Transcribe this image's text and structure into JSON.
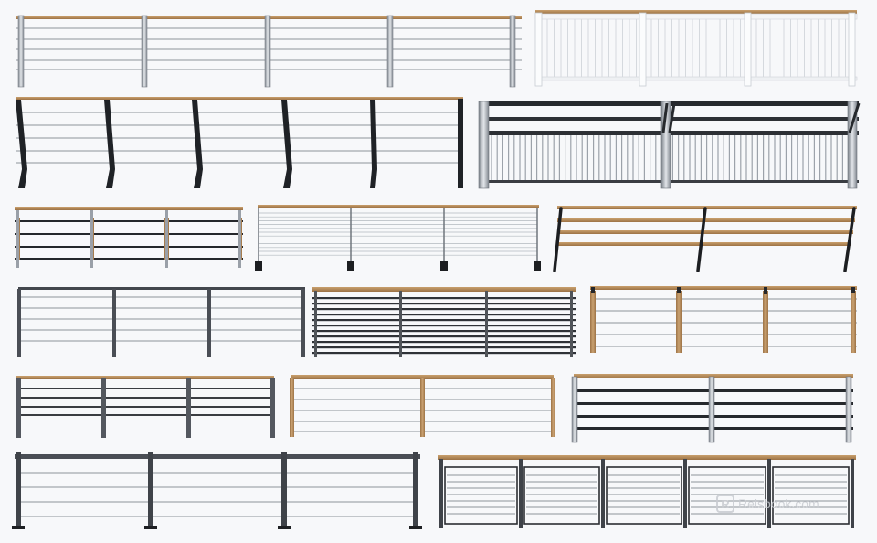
{
  "image": {
    "kind": "railing-catalog",
    "background": "#f7f8fa",
    "colors": {
      "wood": "#b5885a",
      "steel": "#9aa0a8",
      "dark_steel": "#3b3e44",
      "black": "#1d1f22",
      "white_panel": "#fafbfc",
      "cable": "#8d939b"
    },
    "rows": [
      {
        "name": "row-1",
        "railings": [
          "stainless-post-wood-cap-cable",
          "white-picket-panel"
        ]
      },
      {
        "name": "row-2",
        "railings": [
          "angled-black-post-cable",
          "black-frame-vertical-baluster"
        ]
      },
      {
        "name": "row-3",
        "railings": [
          "wood-post-black-bar",
          "thin-cable-clamp-base",
          "slanted-post-wood-rail"
        ]
      },
      {
        "name": "row-4",
        "railings": [
          "steel-post-cable",
          "dense-horizontal-bar-wood-cap",
          "wood-post-cable"
        ]
      },
      {
        "name": "row-5",
        "railings": [
          "dark-post-bar",
          "wood-end-post-cable",
          "steel-post-black-bar"
        ]
      },
      {
        "name": "row-6",
        "railings": [
          "dark-frame-cable",
          "wood-cap-framed-panel"
        ]
      }
    ]
  },
  "watermark": {
    "glyph": "R",
    "text": "Relsbook.com"
  }
}
